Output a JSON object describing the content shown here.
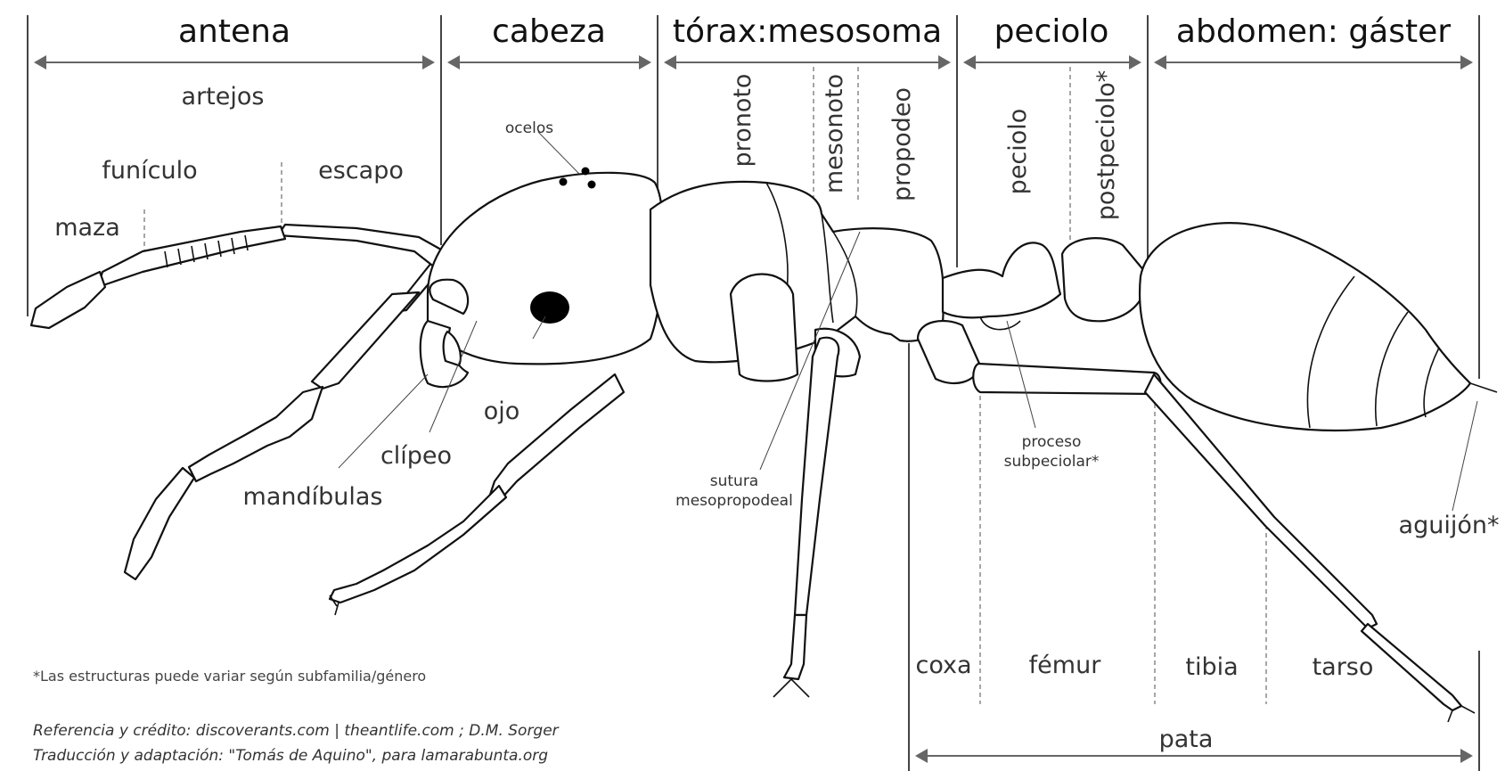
{
  "sections": {
    "antena": "antena",
    "cabeza": "cabeza",
    "torax": "tórax:mesosoma",
    "peciolo": "peciolo",
    "abdomen": "abdomen: gáster"
  },
  "antenna_parts": {
    "artejos": "artejos",
    "funiculo": "funículo",
    "escapo": "escapo",
    "maza": "maza"
  },
  "thorax_parts": {
    "pronoto": "pronoto",
    "mesonoto": "mesonoto",
    "propodeo": "propodeo"
  },
  "petiole_parts": {
    "peciolo": "peciolo",
    "postpeciolo": "postpeciolo*"
  },
  "labels": {
    "ocelos": "ocelos",
    "ojo": "ojo",
    "clipeo": "clípeo",
    "mandibulas": "mandíbulas",
    "sutura_1": "sutura",
    "sutura_2": "mesopropodeal",
    "proceso_1": "proceso",
    "proceso_2": "subpeciolar*",
    "aguijon": "aguijón*"
  },
  "leg_parts": {
    "coxa": "coxa",
    "femur": "fémur",
    "tibia": "tibia",
    "tarso": "tarso",
    "pata": "pata"
  },
  "footnote": "*Las estructuras puede variar según subfamilia/género",
  "credits": {
    "line1": "Referencia y crédito: discoverants.com | theantlife.com ; D.M. Sorger",
    "line2": "Traducción y adaptación: \"Tomás de Aquino\", para lamarabunta.org"
  }
}
